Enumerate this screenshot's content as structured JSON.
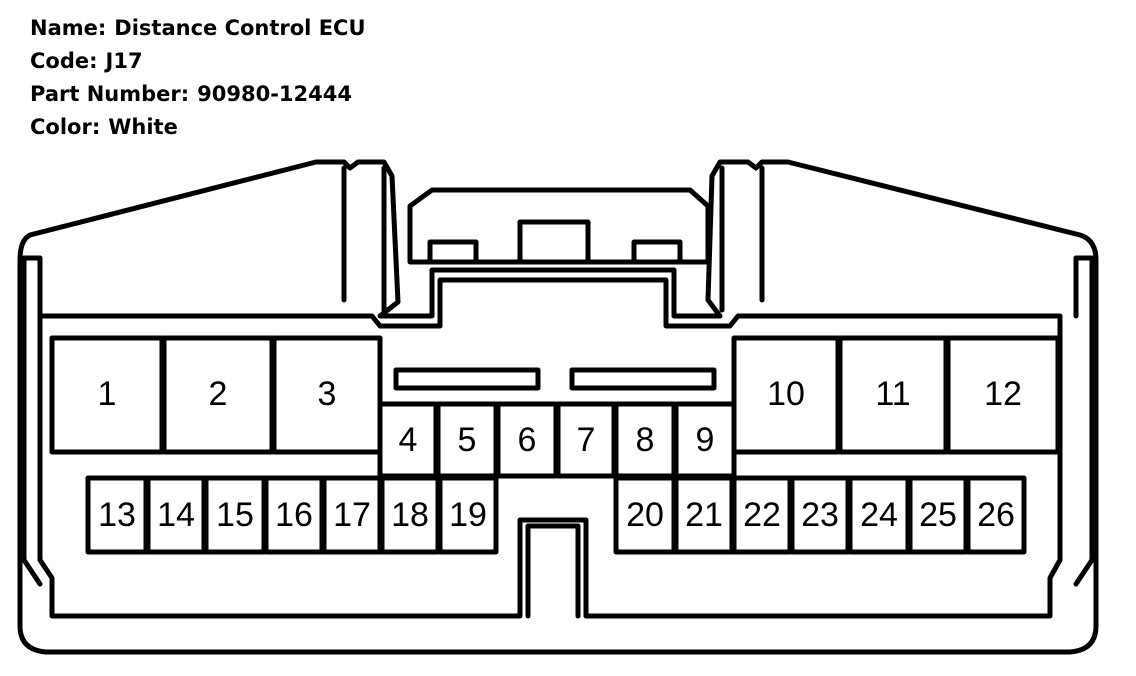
{
  "info": {
    "name_label": "Name:",
    "name_value": "Distance Control ECU",
    "code_label": "Code:",
    "code_value": "J17",
    "part_label": "Part Number:",
    "part_value": "90980-12444",
    "color_label": "Color:",
    "color_value": "White"
  },
  "pins": {
    "p1": "1",
    "p2": "2",
    "p3": "3",
    "p4": "4",
    "p5": "5",
    "p6": "6",
    "p7": "7",
    "p8": "8",
    "p9": "9",
    "p10": "10",
    "p11": "11",
    "p12": "12",
    "p13": "13",
    "p14": "14",
    "p15": "15",
    "p16": "16",
    "p17": "17",
    "p18": "18",
    "p19": "19",
    "p20": "20",
    "p21": "21",
    "p22": "22",
    "p23": "23",
    "p24": "24",
    "p25": "25",
    "p26": "26"
  }
}
